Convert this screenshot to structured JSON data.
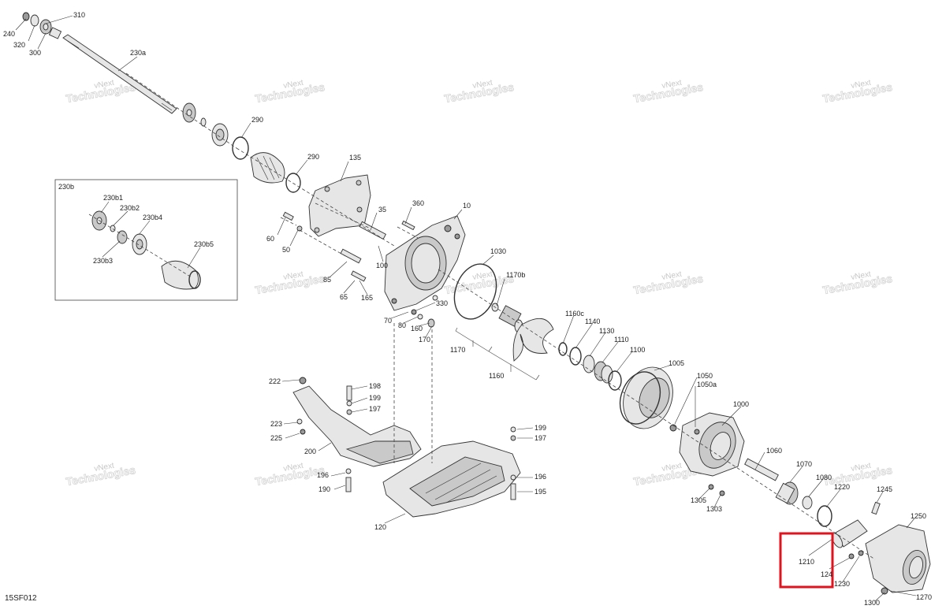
{
  "diagram_code": "15SF012",
  "watermark": {
    "line1": "vNext",
    "line2": "Technologies"
  },
  "inset": {
    "title": "230b"
  },
  "labels": [
    {
      "id": "240",
      "text": "240"
    },
    {
      "id": "310",
      "text": "310"
    },
    {
      "id": "320",
      "text": "320"
    },
    {
      "id": "300",
      "text": "300"
    },
    {
      "id": "230a",
      "text": "230a"
    },
    {
      "id": "290a",
      "text": "290"
    },
    {
      "id": "290b",
      "text": "290"
    },
    {
      "id": "135",
      "text": "135"
    },
    {
      "id": "35",
      "text": "35"
    },
    {
      "id": "360",
      "text": "360"
    },
    {
      "id": "10",
      "text": "10"
    },
    {
      "id": "60",
      "text": "60"
    },
    {
      "id": "50",
      "text": "50"
    },
    {
      "id": "100",
      "text": "100"
    },
    {
      "id": "1030",
      "text": "1030"
    },
    {
      "id": "85",
      "text": "85"
    },
    {
      "id": "1170b",
      "text": "1170b"
    },
    {
      "id": "65",
      "text": "65"
    },
    {
      "id": "165",
      "text": "165"
    },
    {
      "id": "330",
      "text": "330"
    },
    {
      "id": "70",
      "text": "70"
    },
    {
      "id": "80",
      "text": "80"
    },
    {
      "id": "160",
      "text": "160"
    },
    {
      "id": "170",
      "text": "170"
    },
    {
      "id": "1160c",
      "text": "1160c"
    },
    {
      "id": "1140",
      "text": "1140"
    },
    {
      "id": "1130",
      "text": "1130"
    },
    {
      "id": "1110",
      "text": "1110"
    },
    {
      "id": "1100",
      "text": "1100"
    },
    {
      "id": "1170",
      "text": "1170"
    },
    {
      "id": "1160",
      "text": "1160"
    },
    {
      "id": "1005",
      "text": "1005"
    },
    {
      "id": "1050",
      "text": "1050"
    },
    {
      "id": "1050a",
      "text": "1050a"
    },
    {
      "id": "222",
      "text": "222"
    },
    {
      "id": "198",
      "text": "198"
    },
    {
      "id": "199a",
      "text": "199"
    },
    {
      "id": "197a",
      "text": "197"
    },
    {
      "id": "223",
      "text": "223"
    },
    {
      "id": "225",
      "text": "225"
    },
    {
      "id": "200",
      "text": "200"
    },
    {
      "id": "199b",
      "text": "199"
    },
    {
      "id": "197b",
      "text": "197"
    },
    {
      "id": "1000",
      "text": "1000"
    },
    {
      "id": "1060",
      "text": "1060"
    },
    {
      "id": "1070",
      "text": "1070"
    },
    {
      "id": "196a",
      "text": "196"
    },
    {
      "id": "190",
      "text": "190"
    },
    {
      "id": "196b",
      "text": "196"
    },
    {
      "id": "195",
      "text": "195"
    },
    {
      "id": "1080",
      "text": "1080"
    },
    {
      "id": "1220",
      "text": "1220"
    },
    {
      "id": "1245",
      "text": "1245"
    },
    {
      "id": "1305",
      "text": "1305"
    },
    {
      "id": "1303",
      "text": "1303"
    },
    {
      "id": "1250",
      "text": "1250"
    },
    {
      "id": "120",
      "text": "120"
    },
    {
      "id": "1210",
      "text": "1210"
    },
    {
      "id": "124",
      "text": "124"
    },
    {
      "id": "1230",
      "text": "1230"
    },
    {
      "id": "1300",
      "text": "1300"
    },
    {
      "id": "1270",
      "text": "1270"
    },
    {
      "id": "230b1",
      "text": "230b1"
    },
    {
      "id": "230b2",
      "text": "230b2"
    },
    {
      "id": "230b4",
      "text": "230b4"
    },
    {
      "id": "230b3",
      "text": "230b3"
    },
    {
      "id": "230b5",
      "text": "230b5"
    }
  ],
  "highlight": {
    "label": "1210",
    "color": "#e0141e"
  }
}
